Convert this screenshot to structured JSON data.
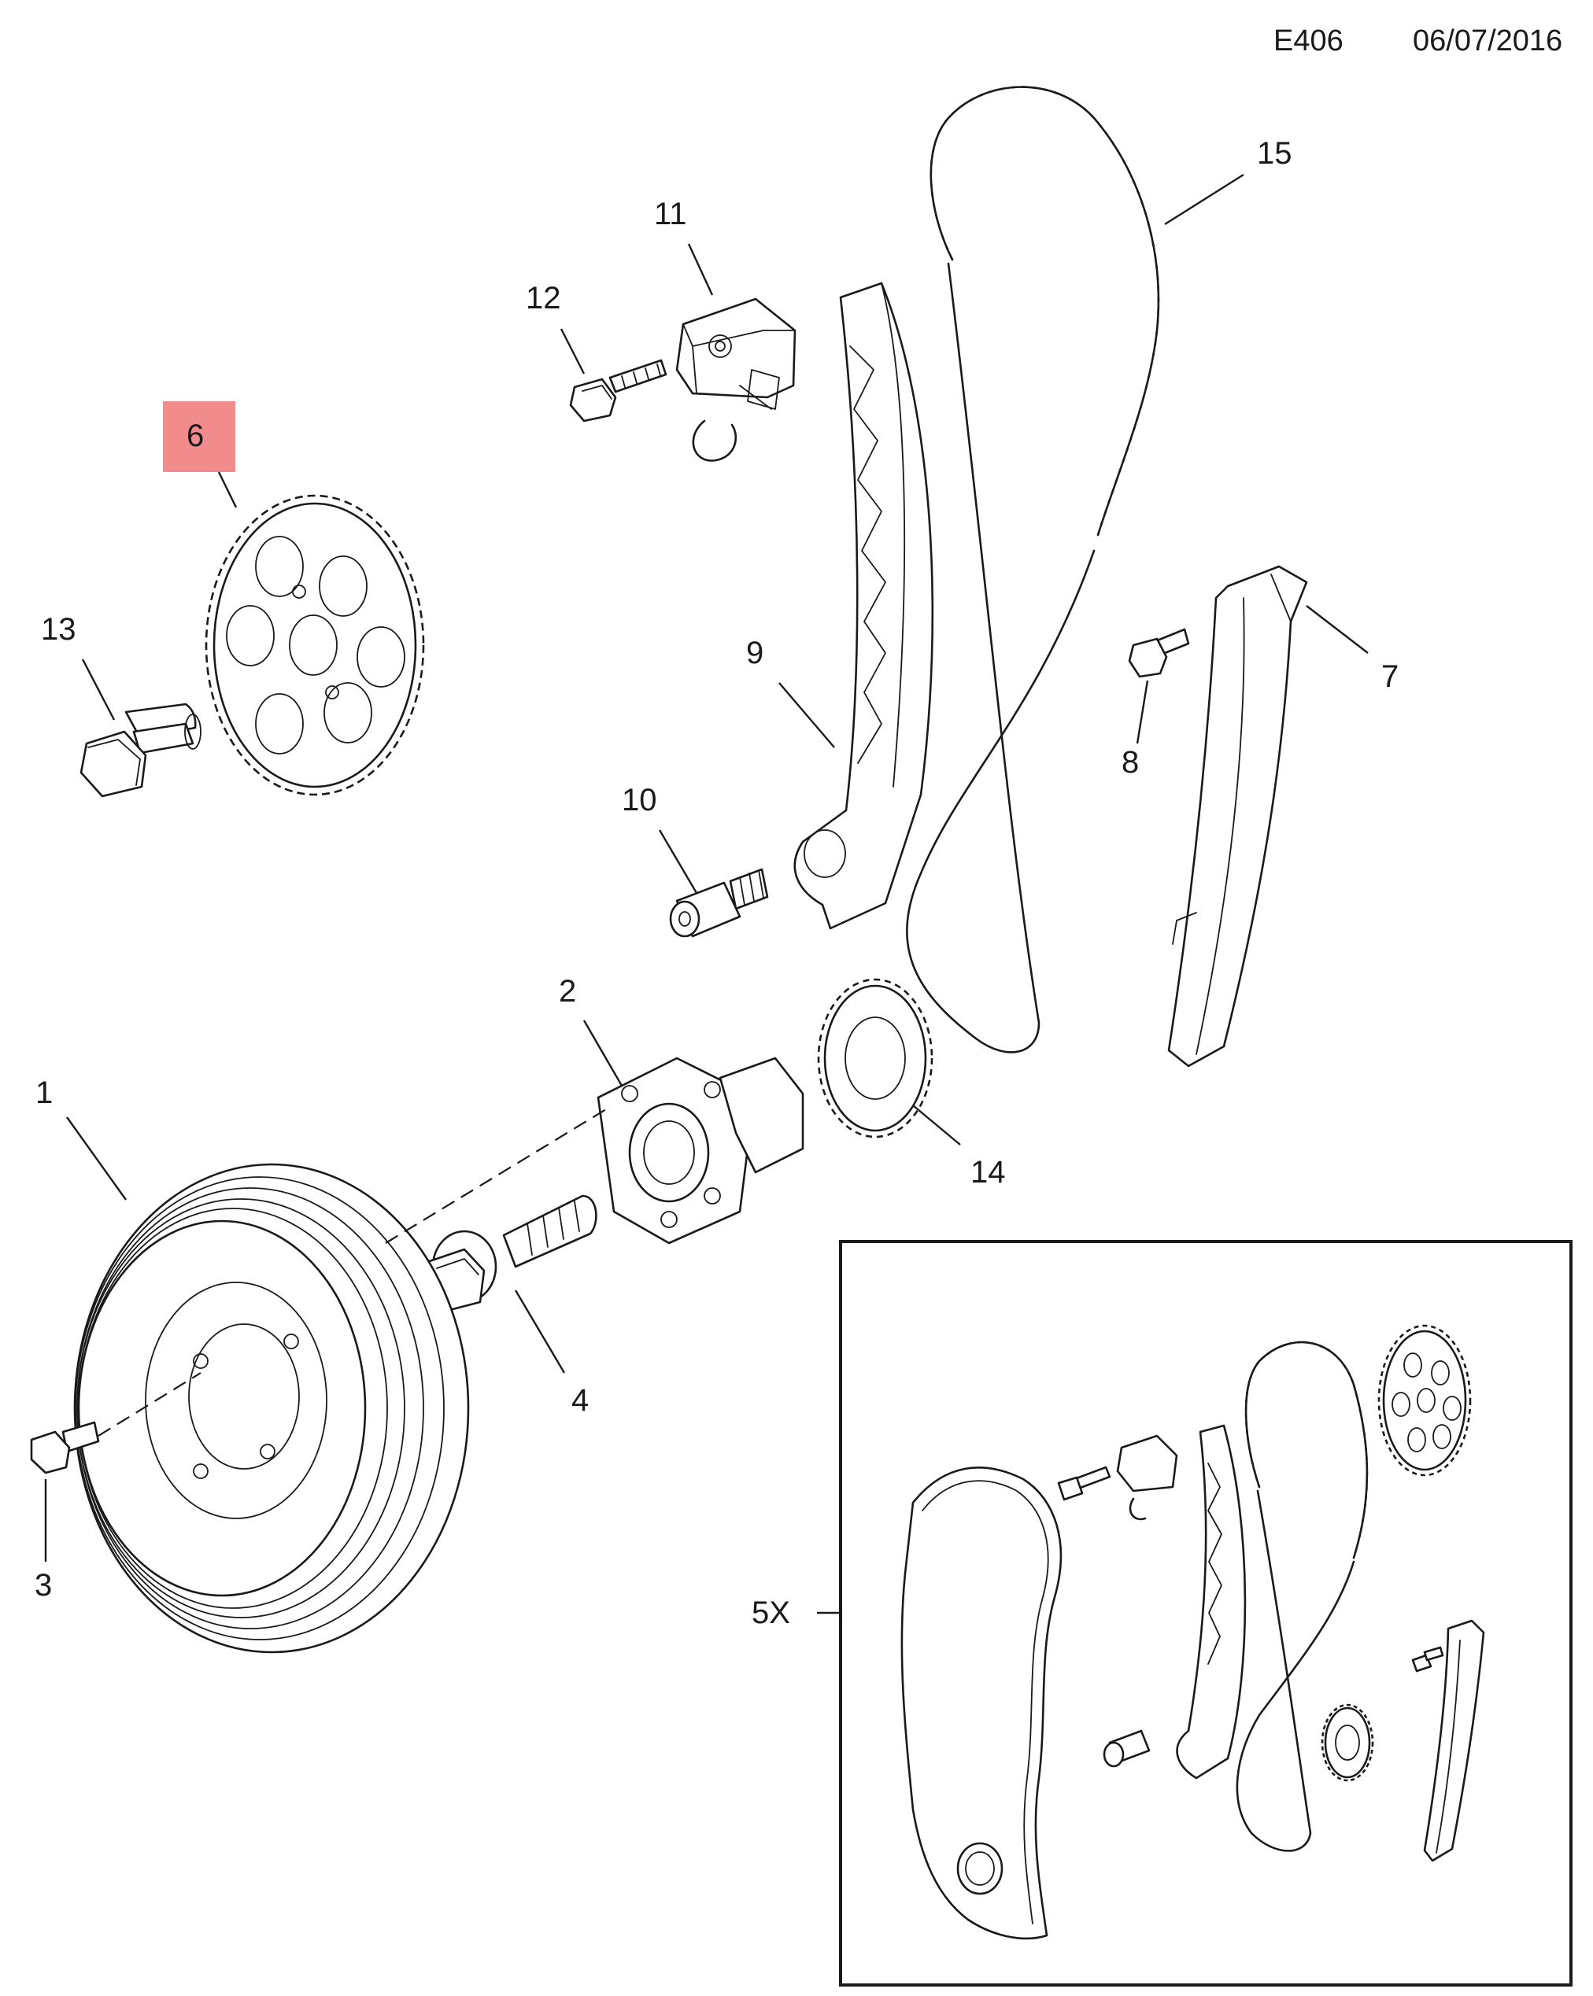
{
  "header": {
    "code": "E406",
    "date": "06/07/2016"
  },
  "highlight_color": "#f28b8b",
  "callouts": {
    "c1": "1",
    "c2": "2",
    "c3": "3",
    "c4": "4",
    "c5x": "5X",
    "c6": "6",
    "c7": "7",
    "c8": "8",
    "c9": "9",
    "c10": "10",
    "c11": "11",
    "c12": "12",
    "c13": "13",
    "c14": "14",
    "c15": "15"
  },
  "highlighted_callout": "6"
}
